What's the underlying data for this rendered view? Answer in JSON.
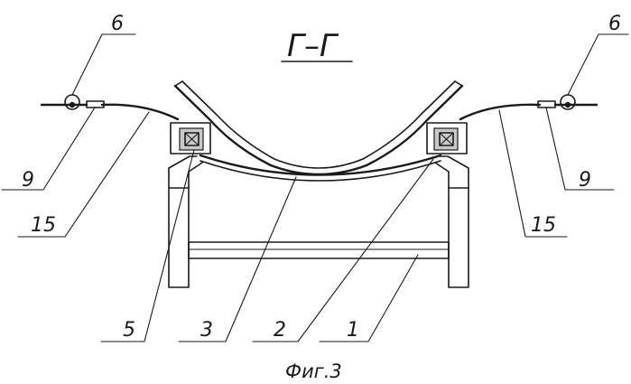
{
  "figure": {
    "section_title": "Г–Г",
    "caption": "Фиг.3"
  },
  "callouts": {
    "c6_left": "6",
    "c6_right": "6",
    "c9_left": "9",
    "c9_right": "9",
    "c15_left": "15",
    "c15_right": "15",
    "c5": "5",
    "c3": "3",
    "c2": "2",
    "c1": "1"
  }
}
